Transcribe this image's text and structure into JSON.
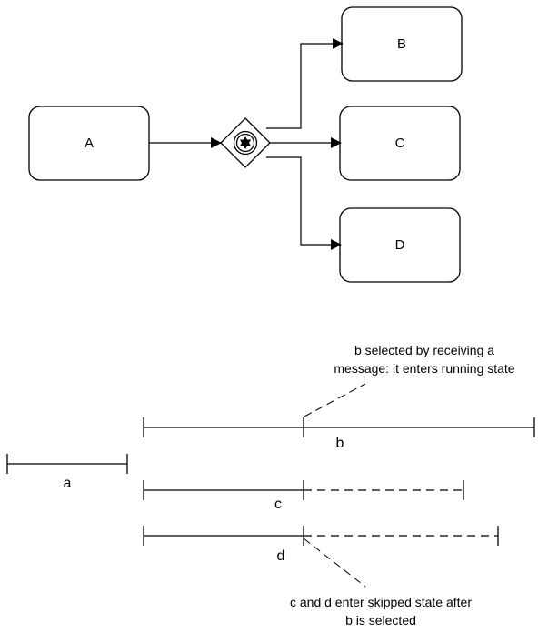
{
  "diagram": {
    "tasks": {
      "a": "A",
      "b": "B",
      "c": "C",
      "d": "D"
    },
    "gateway": {
      "icon": "event-based-gateway-icon"
    },
    "timeline": {
      "a": "a",
      "b": "b",
      "c": "c",
      "d": "d"
    },
    "notes": {
      "top_line1": "b selected by receiving a",
      "top_line2": "message: it enters running state",
      "bottom_line1": "c and d enter skipped state after",
      "bottom_line2": "b is selected"
    }
  }
}
